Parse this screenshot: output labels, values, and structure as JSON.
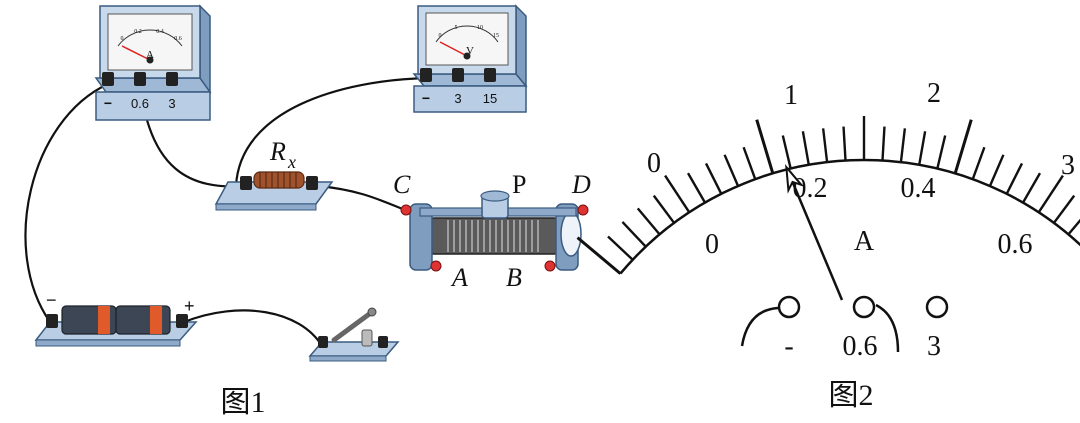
{
  "figure1": {
    "caption": "图1",
    "ammeter": {
      "dial_symbol": "A",
      "scale_labels": [
        "0",
        "0.2",
        "0.4",
        "0.6"
      ],
      "terminals": [
        "−",
        "0.6",
        "3"
      ]
    },
    "voltmeter": {
      "dial_symbol": "V",
      "scale_labels": [
        "0",
        "5",
        "10",
        "15"
      ],
      "terminals": [
        "−",
        "3",
        "15"
      ]
    },
    "resistor_label": "R",
    "resistor_subscript": "x",
    "rheostat": {
      "label_c": "C",
      "label_d": "D",
      "label_p": "P",
      "label_a": "A",
      "label_b": "B"
    },
    "battery": {
      "minus": "−",
      "plus": "+"
    }
  },
  "figure2": {
    "caption": "图2",
    "unit_symbol": "A",
    "top_scale": [
      "0",
      "1",
      "2",
      "3"
    ],
    "bottom_scale": [
      "0",
      "0.2",
      "0.4",
      "0.6"
    ],
    "terminals": [
      "-",
      "0.6",
      "3"
    ],
    "pointer_reading": 0.22
  }
}
